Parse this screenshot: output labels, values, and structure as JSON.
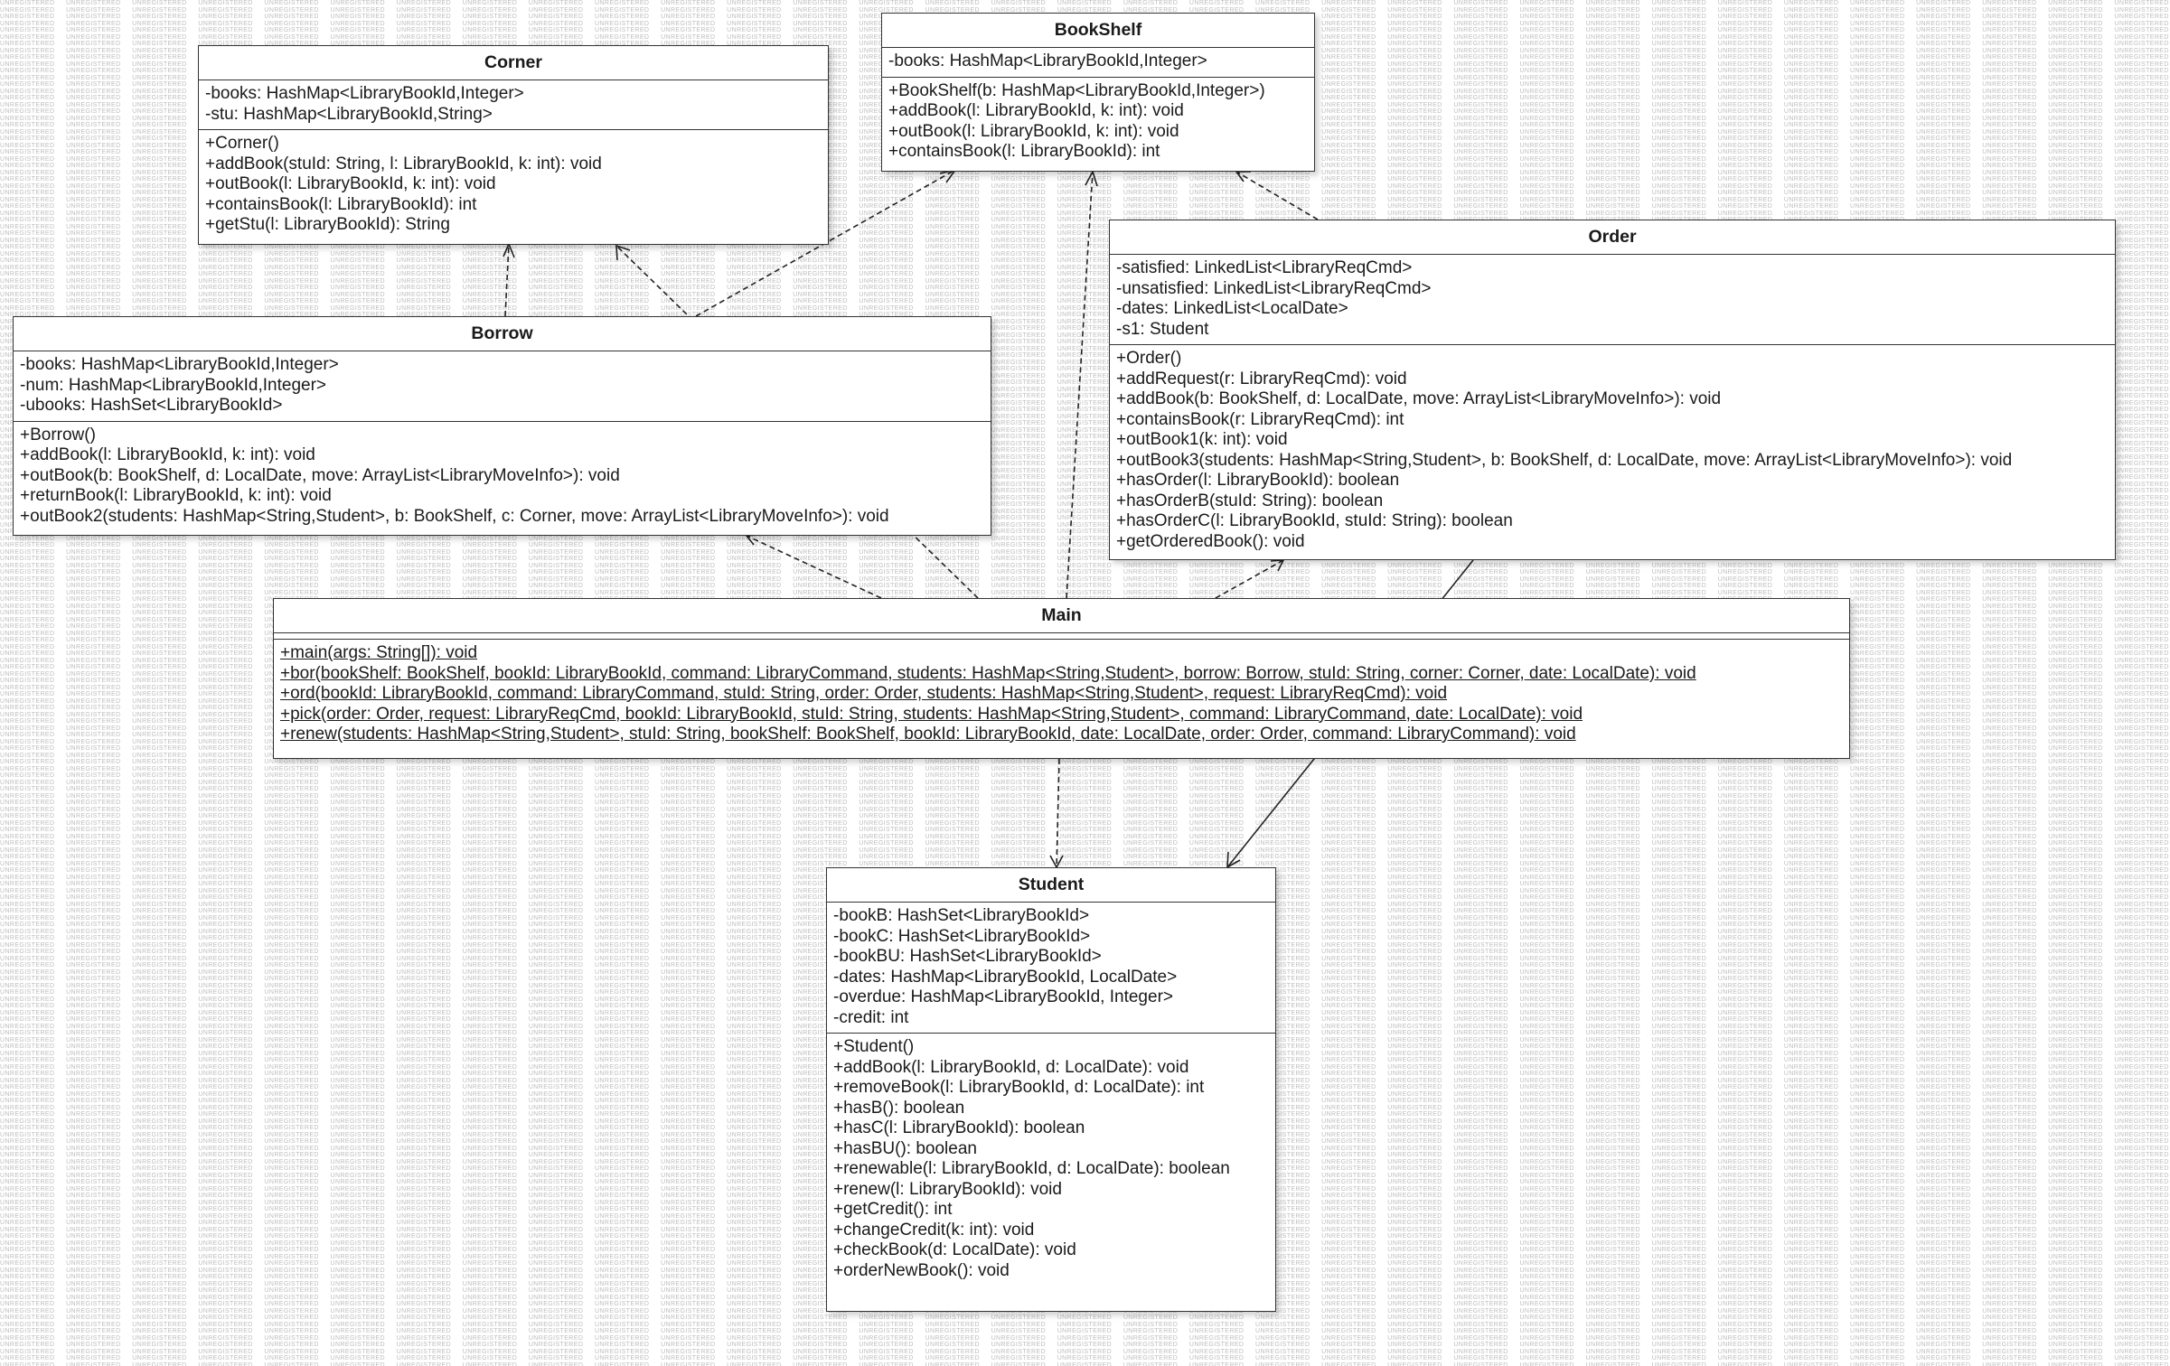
{
  "watermark_text": "UNREGISTERED",
  "classes": {
    "corner": {
      "name": "Corner",
      "attributes": [
        "-books: HashMap<LibraryBookId,Integer>",
        "-stu: HashMap<LibraryBookId,String>"
      ],
      "operations": [
        "+Corner()",
        "+addBook(stuId: String, l: LibraryBookId, k: int): void",
        "+outBook(l: LibraryBookId, k: int): void",
        "+containsBook(l: LibraryBookId): int",
        "+getStu(l: LibraryBookId): String"
      ]
    },
    "bookshelf": {
      "name": "BookShelf",
      "attributes": [
        "-books: HashMap<LibraryBookId,Integer>"
      ],
      "operations": [
        "+BookShelf(b: HashMap<LibraryBookId,Integer>)",
        "+addBook(l: LibraryBookId, k: int): void",
        "+outBook(l: LibraryBookId, k: int): void",
        "+containsBook(l: LibraryBookId): int"
      ]
    },
    "order": {
      "name": "Order",
      "attributes": [
        "-satisfied: LinkedList<LibraryReqCmd>",
        "-unsatisfied: LinkedList<LibraryReqCmd>",
        "-dates: LinkedList<LocalDate>",
        "-s1: Student"
      ],
      "operations": [
        "+Order()",
        "+addRequest(r: LibraryReqCmd): void",
        "+addBook(b: BookShelf, d: LocalDate, move: ArrayList<LibraryMoveInfo>): void",
        "+containsBook(r: LibraryReqCmd): int",
        "+outBook1(k: int): void",
        "+outBook3(students: HashMap<String,Student>, b: BookShelf, d: LocalDate, move: ArrayList<LibraryMoveInfo>): void",
        "+hasOrder(l: LibraryBookId): boolean",
        "+hasOrderB(stuId: String): boolean",
        "+hasOrderC(l: LibraryBookId, stuId: String): boolean",
        "+getOrderedBook(): void"
      ]
    },
    "borrow": {
      "name": "Borrow",
      "attributes": [
        "-books: HashMap<LibraryBookId,Integer>",
        "-num: HashMap<LibraryBookId,Integer>",
        "-ubooks: HashSet<LibraryBookId>"
      ],
      "operations": [
        "+Borrow()",
        "+addBook(l: LibraryBookId, k: int): void",
        "+outBook(b: BookShelf, d: LocalDate, move: ArrayList<LibraryMoveInfo>): void",
        "+returnBook(l: LibraryBookId, k: int): void",
        "+outBook2(students: HashMap<String,Student>, b: BookShelf, c: Corner, move: ArrayList<LibraryMoveInfo>): void"
      ]
    },
    "main": {
      "name": "Main",
      "attributes": [],
      "operations": [
        "+main(args: String[]): void",
        "+bor(bookShelf: BookShelf, bookId: LibraryBookId, command: LibraryCommand, students: HashMap<String,Student>, borrow: Borrow, stuId: String, corner: Corner, date: LocalDate): void",
        "+ord(bookId: LibraryBookId, command: LibraryCommand, stuId: String, order: Order, students: HashMap<String,Student>, request: LibraryReqCmd): void",
        "+pick(order: Order, request: LibraryReqCmd, bookId: LibraryBookId, stuId: String, students: HashMap<String,Student>, command: LibraryCommand, date: LocalDate): void",
        "+renew(students: HashMap<String,Student>, stuId: String, bookShelf: BookShelf, bookId: LibraryBookId, date: LocalDate, order: Order, command: LibraryCommand): void"
      ]
    },
    "student": {
      "name": "Student",
      "attributes": [
        "-bookB: HashSet<LibraryBookId>",
        "-bookC: HashSet<LibraryBookId>",
        "-bookBU: HashSet<LibraryBookId>",
        "-dates: HashMap<LibraryBookId, LocalDate>",
        "-overdue: HashMap<LibraryBookId, Integer>",
        "-credit: int"
      ],
      "operations": [
        "+Student()",
        "+addBook(l: LibraryBookId, d: LocalDate): void",
        "+removeBook(l: LibraryBookId, d: LocalDate): int",
        "+hasB(): boolean",
        "+hasC(l: LibraryBookId): boolean",
        "+hasBU(): boolean",
        "+renewable(l: LibraryBookId, d: LocalDate): boolean",
        "+renew(l: LibraryBookId): void",
        "+getCredit(): int",
        "+changeCredit(k: int): void",
        "+checkBook(d: LocalDate): void",
        "+orderNewBook(): void"
      ]
    }
  },
  "relationships": [
    {
      "from": "Borrow",
      "to": "Corner",
      "kind": "dependency"
    },
    {
      "from": "Borrow",
      "to": "BookShelf",
      "kind": "dependency"
    },
    {
      "from": "Order",
      "to": "BookShelf",
      "kind": "dependency"
    },
    {
      "from": "Main",
      "to": "Corner",
      "kind": "dependency"
    },
    {
      "from": "Main",
      "to": "BookShelf",
      "kind": "dependency"
    },
    {
      "from": "Main",
      "to": "Borrow",
      "kind": "dependency"
    },
    {
      "from": "Main",
      "to": "Order",
      "kind": "dependency"
    },
    {
      "from": "Main",
      "to": "Student",
      "kind": "dependency"
    },
    {
      "from": "Order",
      "to": "Student",
      "kind": "association"
    }
  ]
}
